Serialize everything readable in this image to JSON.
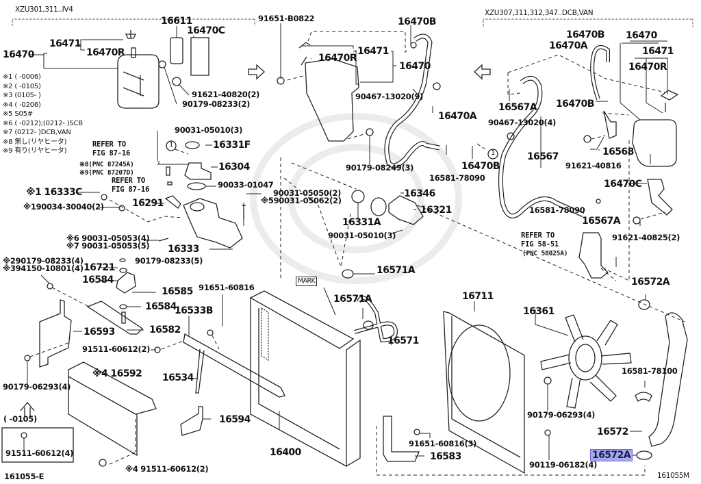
{
  "diagram": {
    "figure_id_left": "161055-E",
    "figure_id_right": "161055M",
    "group_left_title": "XZU301,311..IV4",
    "group_right_title": "XZU307,311,312,347..DCB,VAN",
    "mark_label": "MARK",
    "callout_circle": "1",
    "highlight_color": "#a9a9e6",
    "notes": [
      "※1 (      -0006)",
      "※2 (      -0105)",
      "※3 (0105-      )",
      "※4 (      -0206)",
      "※5 S05#",
      "※6 (      -0212);(0212-      )SCB",
      "※7 (0212-      )DCB,VAN",
      "※8 無し(リヤヒータ)",
      "※9 有り(リヤヒータ)"
    ],
    "references": {
      "ref1_line1": "REFER TO",
      "ref1_line2": "FIG 87-16",
      "ref1_pnc8": "※8(PNC 87245A)",
      "ref1_pnc9": "※9(PNC 87207D)",
      "ref2_line1": "REFER TO",
      "ref2_line2": "FIG 87-16",
      "ref3_line1": "REFER TO",
      "ref3_line2": "FIG 58-51",
      "ref3_pnc": "(PNC 58025A)"
    },
    "inset_box": {
      "range": "(      -0105)",
      "part": "91511-60612(4)"
    },
    "parts": {
      "p16611": "16611",
      "p16470C_left": "16470C",
      "p16471_left": "16471",
      "p16470_left": "16470",
      "p16470R_left": "16470R",
      "p91621_40820": "91621-40820(2)",
      "p90179_08233_2": "90179-08233(2)",
      "p91651_B0822": "91651-B0822",
      "p16470B_top": "16470B",
      "p16470R_mid": "16470R",
      "p16471_mid": "16471",
      "p16470_mid": "16470",
      "p90467_13020_9": "90467-13020(9)",
      "p16470A_mid": "16470A",
      "p90179_08249": "90179-08249(3)",
      "p16581_78090_mid": "16581-78090",
      "p16470B_mid": "16470B",
      "p90031_05010_3_top": "90031-05010(3)",
      "p16331F": "16331F",
      "p16304": "16304",
      "p90033_01047": "90033-01047",
      "p16333C": "※1 16333C",
      "p90034_30040": "※190034-30040(2)",
      "p16291": "16291",
      "p90031_05050": "90031-05050(2)",
      "p90031_05062": "※590031-05062(2)",
      "p90031_05053_4": "※6 90031-05053(4)",
      "p90031_05053_5": "※7 90031-05053(5)",
      "p16333": "16333",
      "p16346": "16346",
      "p16321": "16321",
      "p16331A": "16331A",
      "p90031_05010_3_mid": "90031-05010(3)",
      "p90179_08233_4": "※290179-08233(4)",
      "p94150_10801": "※394150-10801(4)",
      "p16721": "16721",
      "p90179_08233_5": "90179-08233(5)",
      "p16584_a": "16584",
      "p16585": "16585",
      "p16584_b": "16584",
      "p16582": "16582",
      "p16593": "16593",
      "p91651_60816": "91651-60816",
      "p16533B": "16533B",
      "p91511_60612_2a": "91511-60612(2)",
      "p16534": "16534",
      "p16592": "※4 16592",
      "p90179_06293_left": "90179-06293(4)",
      "p16594": "16594",
      "p91511_60612_2b": "※4 91511-60612(2)",
      "p16400": "16400",
      "p16571A_a": "16571A",
      "p16571A_b": "16571A",
      "p16571": "16571",
      "p16711": "16711",
      "p16583": "16583",
      "p91651_60816_3": "91651-60816(3)",
      "p16361": "16361",
      "p90179_06293_right": "90179-06293(4)",
      "p90119_06182": "90119-06182(4)",
      "p16572A_top": "16572A",
      "p16581_78100": "16581-78100",
      "p16572": "16572",
      "p16572A_bottom": "16572A",
      "p16470B_r1": "16470B",
      "p16470A_r": "16470A",
      "p16470_r": "16470",
      "p16471_r": "16471",
      "p16470R_r": "16470R",
      "p16567A_a": "16567A",
      "p16470B_r2": "16470B",
      "p90467_13020_4": "90467-13020(4)",
      "p16568": "16568",
      "p16567": "16567",
      "p91621_40816": "91621-40816",
      "p16470C_r": "16470C",
      "p16581_78090_r": "16581-78090",
      "p16567A_b": "16567A",
      "p91621_40825": "91621-40825(2)"
    }
  }
}
